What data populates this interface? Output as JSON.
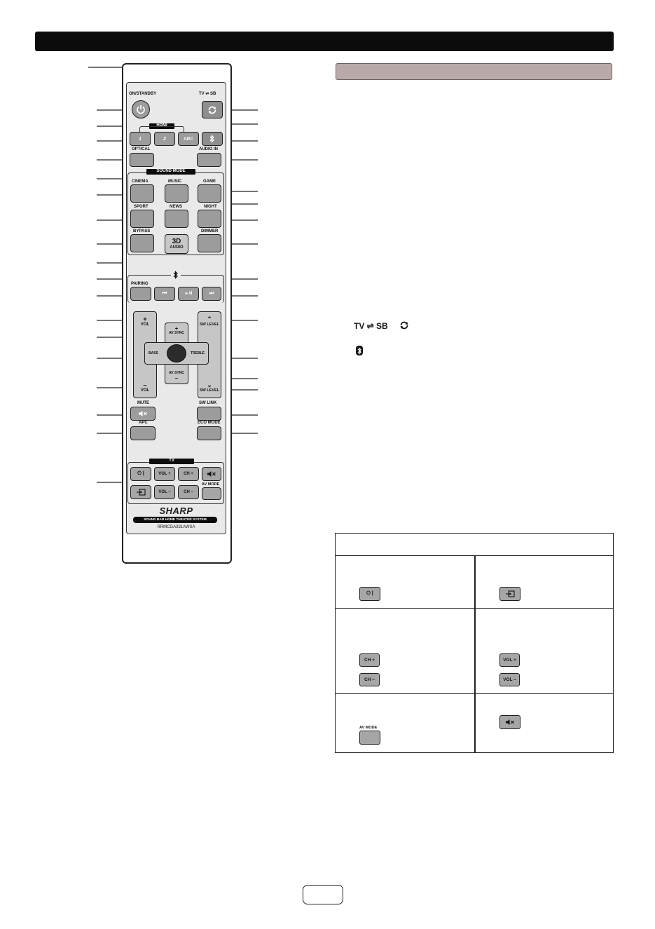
{
  "remote": {
    "labels": {
      "on_standby": "ON/STANDBY",
      "tv_sb": "TV ⇌ SB",
      "hdmi": "HDMI",
      "hdmi1": "1",
      "hdmi2": "2",
      "arc": "ARC",
      "optical": "OPTICAL",
      "audio_in": "AUDIO IN",
      "sound_mode": "SOUND MODE",
      "cinema": "CINEMA",
      "music": "MUSIC",
      "game": "GAME",
      "sport": "SPORT",
      "news": "NEWS",
      "night": "NIGHT",
      "bypass": "BYPASS",
      "dimmer": "DIMMER",
      "audio3d_top": "3D",
      "audio3d_bottom": "AUDIO",
      "pairing": "PAIRING",
      "prev": "⏮",
      "playpause": "►/II",
      "next": "⏭",
      "vol_plus": "+",
      "vol": "VOL",
      "vol_minus": "–",
      "sw_level": "SW LEVEL",
      "av_sync_plus": "+",
      "av_sync": "AV SYNC",
      "av_sync_minus": "–",
      "bass": "BASS",
      "treble": "TREBLE",
      "mute": "MUTE",
      "apc": "APC",
      "sw_link": "SW LINK",
      "eco_mode": "ECO MODE",
      "tv": "TV",
      "tv_power": "⏻ |",
      "tv_vol_plus": "VOL +",
      "tv_ch_plus": "CH +",
      "tv_vol_minus": "VOL –",
      "tv_ch_minus": "CH –",
      "av_mode": "AV MODE",
      "brand": "SHARP",
      "tagline": "SOUND BAR HOME THEATER SYSTEM",
      "model": "RRMCGA331AWSA"
    }
  },
  "description": {
    "tv_sb_symbol": "TV ⇌ SB"
  },
  "table": {
    "btn_power": "⏻ |",
    "btn_ch_plus": "CH +",
    "btn_ch_minus": "CH –",
    "btn_vol_plus": "VOL +",
    "btn_vol_minus": "VOL –",
    "btn_av_mode": "AV MODE"
  },
  "colors": {
    "button_gray": "#9c9c9c",
    "panel_gray": "#e9e9e9",
    "section_bar": "#b9aaa9",
    "header_bar": "#0c0c0c"
  },
  "icons": [
    "power-icon",
    "sync-icon",
    "bluetooth-icon",
    "mute-icon",
    "input-icon"
  ]
}
